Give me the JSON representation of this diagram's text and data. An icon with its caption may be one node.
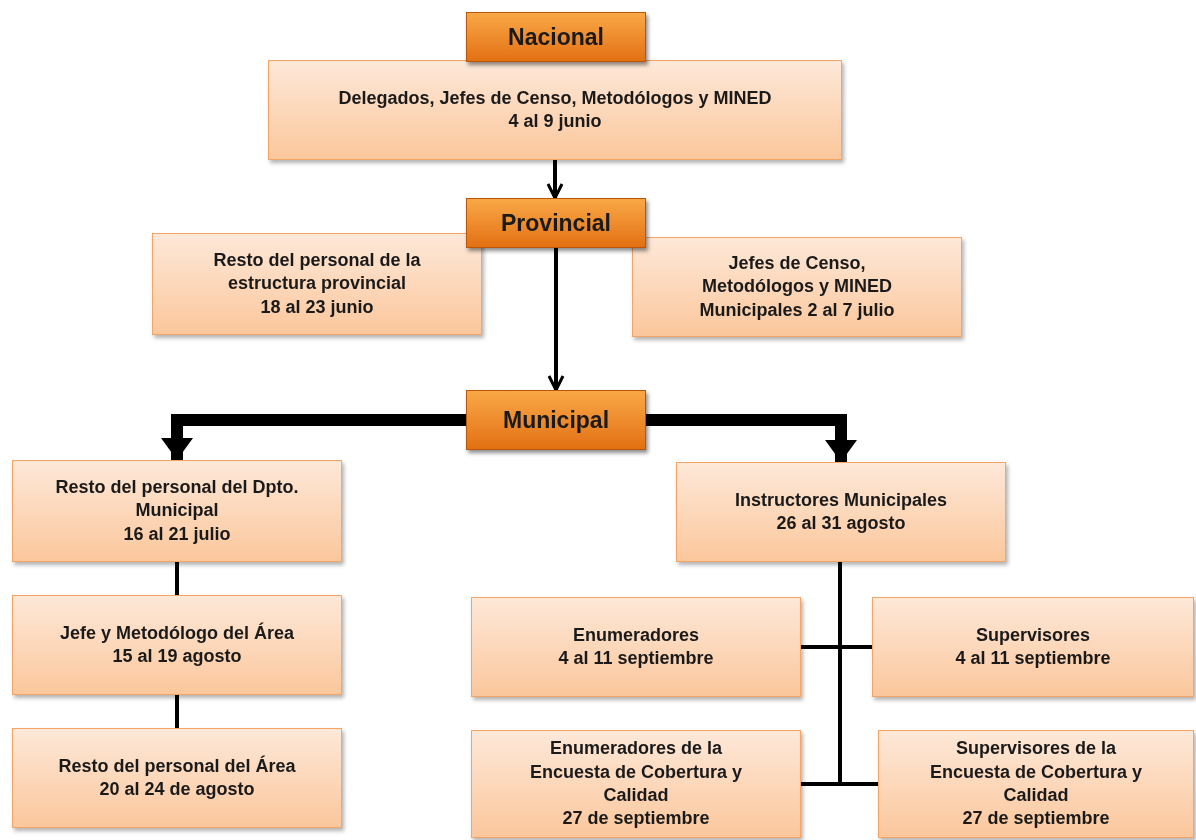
{
  "diagram": {
    "nodes": [
      {
        "text": [
          "Nacional"
        ]
      },
      {
        "text": [
          "Delegados, Jefes de Censo, Metodólogos y MINED",
          "4 al 9 junio"
        ]
      },
      {
        "text": [
          "Provincial"
        ]
      },
      {
        "text": [
          "Resto del personal de la estructura provincial",
          "18 al 23 junio"
        ]
      },
      {
        "text": [
          "Jefes de Censo, Metodólogos y MINED Municipales 2 al 7 julio"
        ]
      },
      {
        "text": [
          "Municipal"
        ]
      },
      {
        "text": [
          "Resto del personal del Dpto. Municipal",
          "16 al 21 julio"
        ]
      },
      {
        "text": [
          "Jefe y Metodólogo del Área",
          "15 al 19 agosto"
        ]
      },
      {
        "text": [
          "Resto del personal del Área",
          "20 al 24 de agosto"
        ]
      },
      {
        "text": [
          "Instructores Municipales",
          "26 al 31 agosto"
        ]
      },
      {
        "text": [
          "Enumeradores",
          "4 al 11 septiembre"
        ]
      },
      {
        "text": [
          "Supervisores",
          "4 al 11 septiembre"
        ]
      },
      {
        "text": [
          "Enumeradores de la Encuesta de Cobertura y Calidad",
          "27 de septiembre"
        ]
      },
      {
        "text": [
          "Supervisores de la Encuesta de Cobertura y Calidad",
          "27 de septiembre"
        ]
      }
    ],
    "edges": [
      {
        "from": 1,
        "to": 2,
        "arrow": "to"
      },
      {
        "from": 2,
        "to": 5,
        "arrow": "to"
      },
      {
        "from": 5,
        "to": 6,
        "arrow": "to",
        "style": "thick"
      },
      {
        "from": 5,
        "to": 9,
        "arrow": "to",
        "style": "thick"
      },
      {
        "from": 6,
        "to": 7,
        "arrow": "none"
      },
      {
        "from": 7,
        "to": 8,
        "arrow": "none"
      },
      {
        "from": 9,
        "to": 10,
        "arrow": "none"
      },
      {
        "from": 9,
        "to": 11,
        "arrow": "none"
      },
      {
        "from": 9,
        "to": 12,
        "arrow": "none"
      },
      {
        "from": 9,
        "to": 13,
        "arrow": "none"
      }
    ]
  }
}
